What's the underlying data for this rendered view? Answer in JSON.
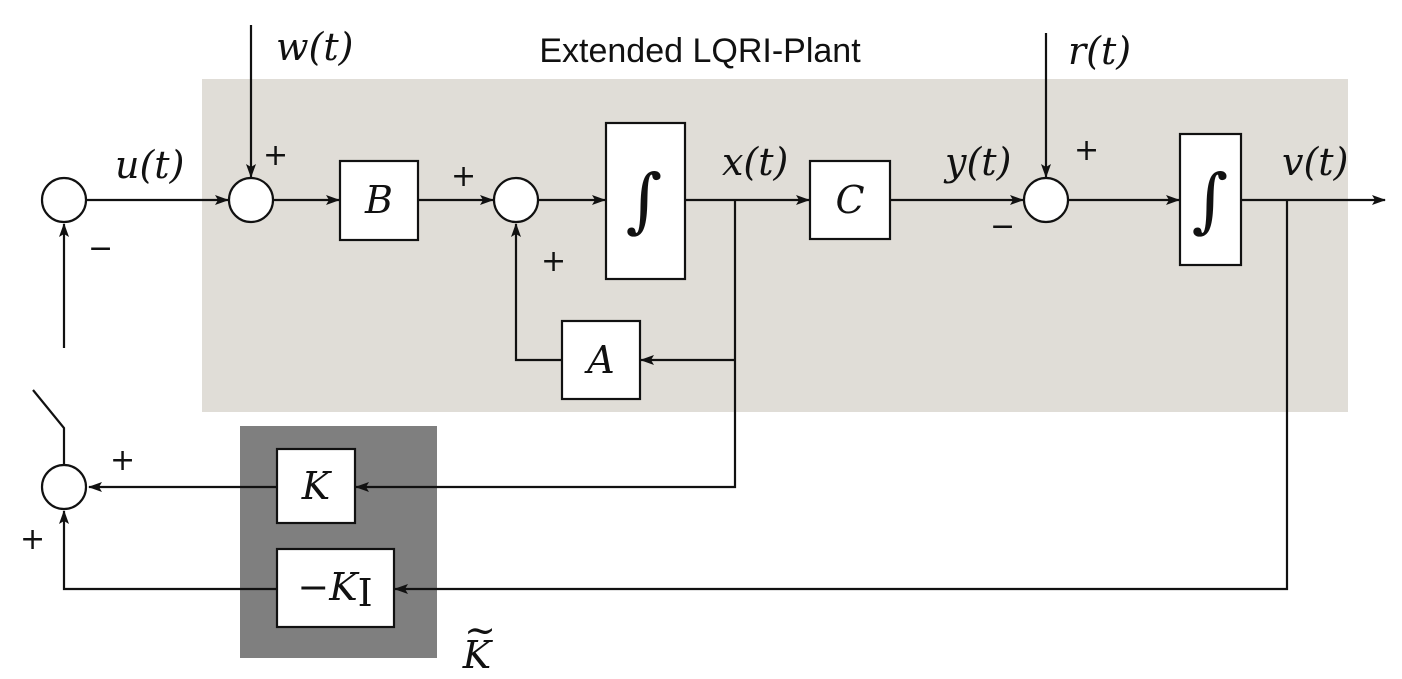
{
  "title": "Extended LQRI-Plant",
  "colors": {
    "plant_region": "#e0ddd7",
    "gain_region": "#7f7f7f",
    "line": "#111111"
  },
  "signals": {
    "w": "w(t)",
    "u": "u(t)",
    "x": "x(t)",
    "y": "y(t)",
    "r": "r(t)",
    "v": "v(t)"
  },
  "blocks": {
    "B": "B",
    "A": "A",
    "C": "C",
    "K": "K",
    "KI_minus": "−K",
    "KI_sub": "I",
    "integrator_symbol": "∫",
    "K_tilde": "K"
  },
  "signs": {
    "plus": "+",
    "minus": "−"
  }
}
